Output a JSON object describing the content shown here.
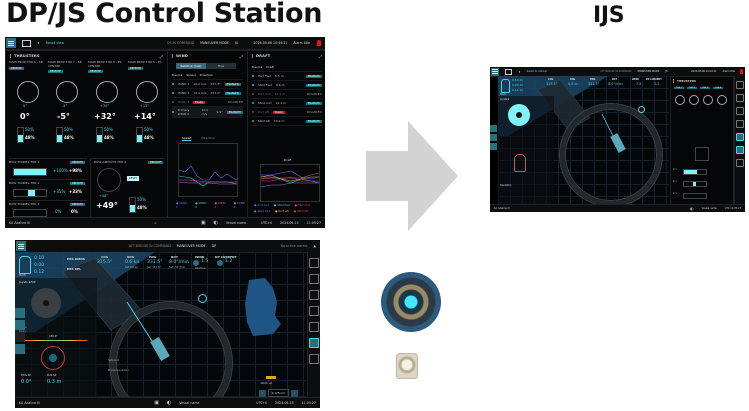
{
  "titles": {
    "left": "DP/JS Control Station",
    "right": "IJS"
  },
  "colors": {
    "accent": "#4ad3e6",
    "accent_fill": "#7ff3f9",
    "button_bg": "#2a6f7e",
    "alarm": "#e11111",
    "arrow": "#d3d3d3",
    "land": "#1f5584",
    "background": "#000000"
  },
  "screen_thrusters": {
    "topbar": {
      "reset_label": "Reset view",
      "command_status": "DS IN COMMAND",
      "mode_label": "MANEUVER MODE",
      "mode_value": "JS",
      "datetime": "2024-05-06 10:44:21",
      "alarm_title": "Alarm title",
      "alarm_desc": "Alarm description"
    },
    "thrusters_panel": {
      "title": "THRUSTERS",
      "units": [
        {
          "name": "MAIN PROP THR 6 - SB",
          "tag": "REMOTE",
          "set": "0°",
          "actual": "0°",
          "set_pct": "50%",
          "actual_pct": "48%",
          "set_label": "Set",
          "actual_label": "Actual"
        },
        {
          "name": "MAIN PROP THR 7 - SB CENTRE",
          "tag": "REMOTE",
          "set": "-5°",
          "actual": "-5°",
          "set_pct": "50%",
          "actual_pct": "48%",
          "set_label": "Set",
          "actual_label": "Actual"
        },
        {
          "name": "MAIN PROP THR 8 - PS CENTRE",
          "tag": "REMOTE",
          "set": "+30°",
          "actual": "+32°",
          "set_pct": "50%",
          "actual_pct": "48%",
          "set_label": "Set",
          "actual_label": "Actual"
        },
        {
          "name": "MAIN PROP THR 5 - PS",
          "tag": "REMOTE",
          "set": "+15°",
          "actual": "+14°",
          "set_pct": "50%",
          "actual_pct": "48%",
          "set_label": "Set",
          "actual_label": "Actual"
        }
      ],
      "tunnels": [
        {
          "name": "BOW TUNNEL THR 1",
          "tag": "REMOTE",
          "set": "+100%",
          "actual": "+98%"
        },
        {
          "name": "BOW TUNNEL THR 2",
          "tag": "REMOTE",
          "set": "+35%",
          "actual": "+33%"
        },
        {
          "name": "BOW TUNNEL THR 3",
          "tag": "REMOTE",
          "set": "0%",
          "actual": "0%"
        }
      ],
      "azimuth": {
        "name": "BOW AZIMUTH THR 4",
        "tag": "REMOTE",
        "set": "+48°",
        "actual": "+49°",
        "set_pct": "50%",
        "actual_pct": "48%",
        "button": "RESET"
      }
    },
    "wind_panel": {
      "title": "WIND",
      "toggle": [
        "Relative (raw)",
        "True"
      ],
      "columns": [
        "Device",
        "Speed",
        "Direction"
      ],
      "rows": [
        {
          "device": "WIND 1",
          "speed": "10.2 m/s",
          "direction": "347.3°",
          "status": "ENABLED"
        },
        {
          "device": "WIND 2",
          "speed": "10.4 m/s",
          "direction": "347.9°",
          "status": "ENABLED"
        },
        {
          "device": "WIND 3",
          "speed": "Faulty",
          "direction": "",
          "status": "DISABLED"
        },
        {
          "device": "Primary WIND 4",
          "speed": "10.0 m/s",
          "direction": "9.9°",
          "status": "ENABLED"
        }
      ],
      "tabs": [
        "Speed",
        "Direction"
      ],
      "chart_unit": "m/s",
      "legend": [
        "WIND 1",
        "WIND 2",
        "WIND 3",
        "WIND 4"
      ]
    },
    "draft_panel": {
      "title": "DRAFT",
      "columns": [
        "Device",
        "Draft"
      ],
      "rows": [
        {
          "device": "Port Fwd",
          "draft": "6.5 m",
          "status": "ENABLED"
        },
        {
          "device": "Stbd Fwd",
          "draft": "6.6 m",
          "status": "ENABLED"
        },
        {
          "device": "Port mid",
          "draft": "10.1 m",
          "status": "DISABLED"
        },
        {
          "device": "Stbd mid",
          "draft": "10.1 m",
          "status": "ENABLED"
        },
        {
          "device": "Port aft",
          "draft": "Faulty",
          "status": "DISABLED"
        },
        {
          "device": "Stbd aft",
          "draft": "10.2 m",
          "status": "ENABLED"
        }
      ],
      "chart_title": "Draft",
      "legend": [
        "Port fwd",
        "Stbd fwd",
        "Port mid",
        "Stbd mid",
        "Port aft",
        "Stbd aft"
      ]
    },
    "bottombar": {
      "vessel": "KA Adaline IV",
      "user": "Vessel name",
      "timezone": "UTC+0",
      "date": "2024-06-15",
      "time": "11:05:27"
    }
  },
  "screen_dp": {
    "topbar": {
      "command_status": "AFT BRIDGE IN COMMAND",
      "mode_label": "MANEUVER MODE",
      "mode_value": "DP",
      "alarm_text": "No active alarms"
    },
    "joystick_values": [
      "0.10",
      "0.00",
      "0.12"
    ],
    "mode_button": "MAIN",
    "pos_labels": [
      "PRS DMNS",
      "PRS REL"
    ],
    "hud": [
      {
        "label": "COG",
        "value": "315.5°"
      },
      {
        "label": "SOG",
        "value": "0.6 kn",
        "sub": "Set 0.0 kn"
      },
      {
        "label": "HDG",
        "value": "331.5°",
        "sub": "Set 331.5°"
      },
      {
        "label": "ROT",
        "value": "8.0°/min",
        "sub": "Set 7.0°/min"
      },
      {
        "label": "WIND",
        "value": "1.5",
        "sub": "Relative"
      },
      {
        "label": "DP CURRENT",
        "value": "1.2"
      }
    ],
    "joystick_panel_title": "Joystick/DP",
    "axes": [
      "Yaw",
      "Surge",
      "Sway"
    ],
    "heading_strip_value": "330.0°",
    "setpoints": [
      {
        "label": "HDG SP",
        "value": "0.0°"
      },
      {
        "label": "POS SP",
        "value": "0.3 m"
      }
    ],
    "footer_labels": [
      "Setpoint",
      "Present position"
    ],
    "zoom_value": "0.125 nm",
    "north_up": "North up",
    "bottombar": {
      "vessel": "KA Adaline IV",
      "user": "Vessel name",
      "timezone": "UTC+0",
      "date": "2024-06-15",
      "time": "11:05:27"
    }
  },
  "screen_ijs": {
    "topbar": {
      "reset_label": "Reset to default",
      "command_status": "AFT BRIDGE IN COMMAND",
      "mode_label": "MANEUVER MODE",
      "mode_value": "JS",
      "datetime": "2024-05-06 10:44:21",
      "alarm_title": "Alarm title",
      "alarm_desc": "Alarm description"
    },
    "joystick_values": [
      "0.10 kn",
      "0.00 kn",
      "0.12 kn"
    ],
    "mode_button": "MAIN",
    "hud": [
      {
        "label": "COG",
        "value": "315.5°"
      },
      {
        "label": "SOG",
        "value": "0.6 kn"
      },
      {
        "label": "HDG",
        "value": "331.5°"
      },
      {
        "label": "ROT",
        "value": "8.0°/min"
      },
      {
        "label": "WIND",
        "value": "7.5"
      },
      {
        "label": "DP CURRENT",
        "value": "1.2"
      }
    ],
    "joystick_panel_title": "Joystick",
    "thrusters_title": "THRUSTERS",
    "thruster_tabs": [
      "THR 1",
      "THR 2",
      "THR 3",
      "THR 4"
    ],
    "tunnels": [
      "BT1",
      "BT2",
      "BT3"
    ],
    "deviation_label": "Deviation",
    "bottombar": {
      "vessel": "KA Adaline IV",
      "user": "Vessel name",
      "time": "UTC 11:05:27"
    }
  },
  "hardware": {
    "joystick": "IJS joystick",
    "panel": "control panel"
  },
  "arrow": {
    "direction": "right"
  }
}
